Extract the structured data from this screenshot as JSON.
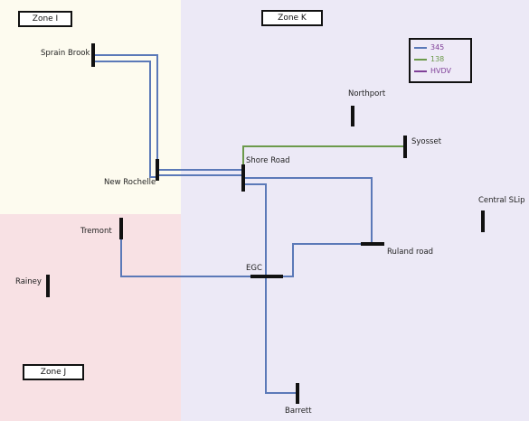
{
  "colors": {
    "zone_i_fill": "#fdfbef",
    "zone_j_fill": "#f8e1e4",
    "zone_k_fill": "#ece9f6",
    "line_345": "#5b79b8",
    "line_138": "#6c9a4b",
    "line_hvdc": "#7f3f98",
    "bus": "#111111"
  },
  "zones": {
    "zone_i": "Zone I",
    "zone_j": "Zone J",
    "zone_k": "Zone K"
  },
  "legend": [
    {
      "label": "345",
      "color": "#5b79b8"
    },
    {
      "label": "138",
      "color": "#6c9a4b"
    },
    {
      "label": "HVDV",
      "color": "#7f3f98"
    }
  ],
  "stations": {
    "sprain_brook": "Sprain Brook",
    "new_rochelle": "New Rochelle",
    "shore_road": "Shore Road",
    "northport": "Northport",
    "syosset": "Syosset",
    "central_slip": "Central SLip",
    "tremont": "Tremont",
    "ruland_road": "Ruland road",
    "egc": "EGC",
    "rainey": "Rainey",
    "barrett": "Barrett"
  }
}
